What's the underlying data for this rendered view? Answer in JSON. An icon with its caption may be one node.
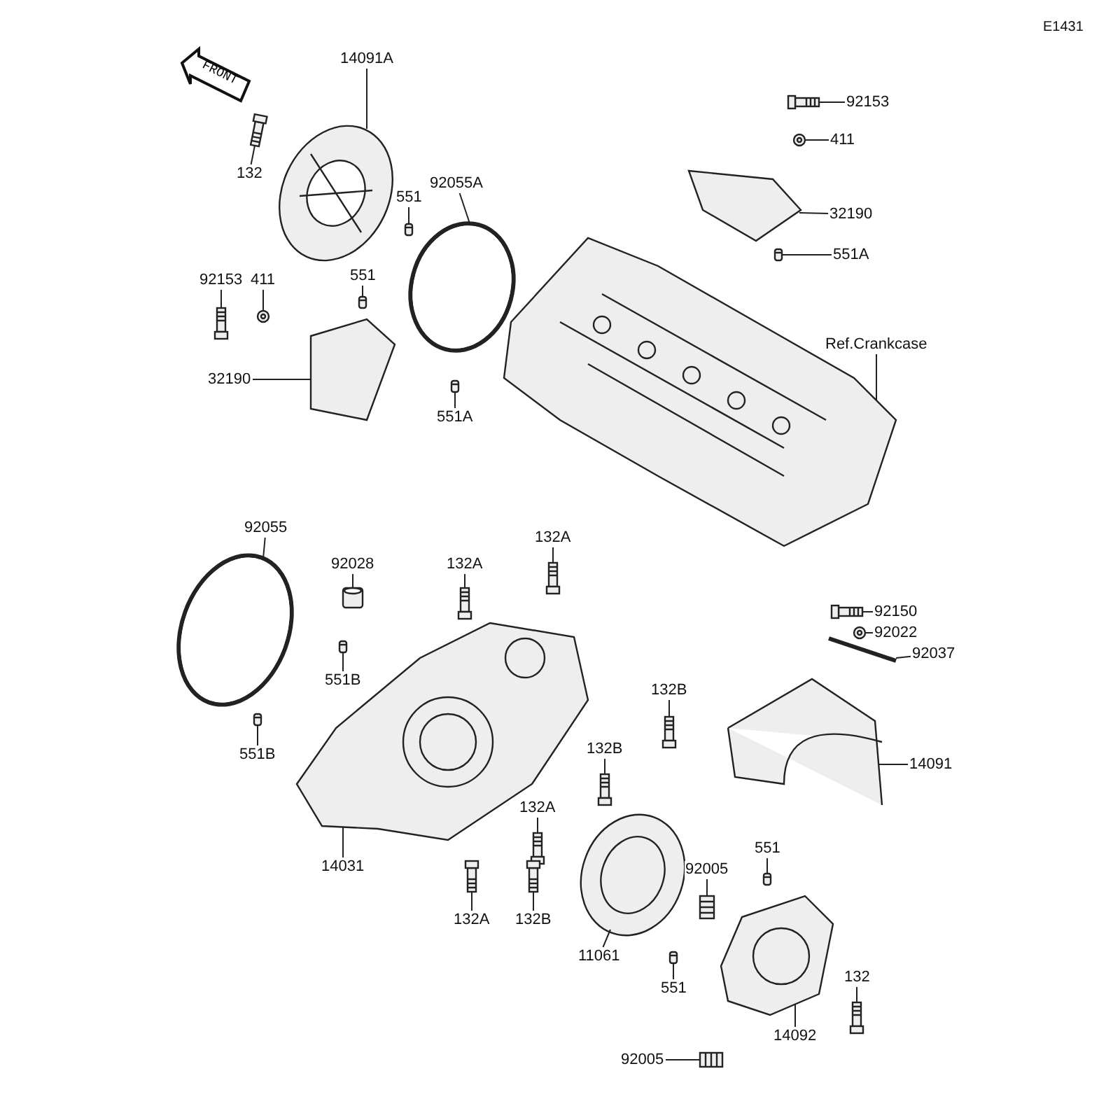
{
  "diagram": {
    "nodes": [
      {
        "text": [
          "14091A"
        ]
      },
      {
        "text": [
          "132"
        ]
      },
      {
        "text": [
          "551"
        ]
      },
      {
        "text": [
          "92055A"
        ]
      },
      {
        "text": [
          "551"
        ]
      },
      {
        "text": [
          "92153"
        ]
      },
      {
        "text": [
          "411"
        ]
      },
      {
        "text": [
          "32190"
        ]
      },
      {
        "text": [
          "551A"
        ]
      },
      {
        "text": [
          "92153"
        ]
      },
      {
        "text": [
          "411"
        ]
      },
      {
        "text": [
          "32190"
        ]
      },
      {
        "text": [
          "551A"
        ]
      },
      {
        "text": [
          "Ref.Crankcase"
        ]
      },
      {
        "text": [
          "92055"
        ]
      },
      {
        "text": [
          "92028"
        ]
      },
      {
        "text": [
          "132A"
        ]
      },
      {
        "text": [
          "132A"
        ]
      },
      {
        "text": [
          "551B"
        ]
      },
      {
        "text": [
          "551B"
        ]
      },
      {
        "text": [
          "132B"
        ]
      },
      {
        "text": [
          "132B"
        ]
      },
      {
        "text": [
          "132A"
        ]
      },
      {
        "text": [
          "14031"
        ]
      },
      {
        "text": [
          "132A"
        ]
      },
      {
        "text": [
          "132B"
        ]
      },
      {
        "text": [
          "92150"
        ]
      },
      {
        "text": [
          "92022"
        ]
      },
      {
        "text": [
          "92037"
        ]
      },
      {
        "text": [
          "14091"
        ]
      },
      {
        "text": [
          "11061"
        ]
      },
      {
        "text": [
          "551"
        ]
      },
      {
        "text": [
          "92005"
        ]
      },
      {
        "text": [
          "551"
        ]
      },
      {
        "text": [
          "132"
        ]
      },
      {
        "text": [
          "14092"
        ]
      },
      {
        "text": [
          "92005"
        ]
      },
      {
        "text": [],
        "shape": "picture"
      },
      {
        "text": [],
        "shape": "picture"
      },
      {
        "text": [],
        "shape": "picture"
      },
      {
        "text": [],
        "shape": "circle"
      },
      {
        "text": [],
        "shape": "picture"
      },
      {
        "text": [],
        "shape": "picture"
      },
      {
        "text": [],
        "shape": "picture"
      },
      {
        "text": [],
        "shape": "picture"
      },
      {
        "text": [],
        "shape": "picture"
      },
      {
        "text": [],
        "shape": "picture"
      },
      {
        "text": [],
        "shape": "picture"
      },
      {
        "text": [],
        "shape": "picture"
      },
      {
        "text": [],
        "shape": "picture"
      },
      {
        "text": [],
        "shape": "picture"
      },
      {
        "text": [],
        "shape": "circle"
      },
      {
        "text": [],
        "shape": "picture"
      },
      {
        "text": [],
        "shape": "picture"
      },
      {
        "text": [],
        "shape": "picture"
      },
      {
        "text": [],
        "shape": "picture"
      },
      {
        "text": [],
        "shape": "picture"
      },
      {
        "text": [],
        "shape": "picture"
      },
      {
        "text": [],
        "shape": "picture"
      },
      {
        "text": [],
        "shape": "picture"
      },
      {
        "text": [],
        "shape": "picture"
      },
      {
        "text": [],
        "shape": "picture"
      },
      {
        "text": [],
        "shape": "picture"
      },
      {
        "text": [],
        "shape": "picture"
      },
      {
        "text": [],
        "shape": "picture"
      },
      {
        "text": [],
        "shape": "picture"
      },
      {
        "text": [],
        "shape": "picture"
      },
      {
        "text": [],
        "shape": "picture"
      },
      {
        "text": [],
        "shape": "picture"
      },
      {
        "text": [],
        "shape": "picture"
      },
      {
        "text": [],
        "shape": "picture"
      },
      {
        "text": [],
        "shape": "picture"
      },
      {
        "text": [],
        "shape": "picture"
      },
      {
        "text": [],
        "shape": "picture"
      }
    ],
    "edges": [
      {
        "from": 0,
        "to": 37,
        "arrow": "none"
      },
      {
        "from": 1,
        "to": 38,
        "arrow": "none"
      },
      {
        "from": 2,
        "to": 39,
        "arrow": "none"
      },
      {
        "from": 3,
        "to": 40,
        "arrow": "none"
      },
      {
        "from": 4,
        "to": 41,
        "arrow": "none"
      },
      {
        "from": 5,
        "to": 42,
        "arrow": "none"
      },
      {
        "from": 6,
        "to": 43,
        "arrow": "none"
      },
      {
        "from": 7,
        "to": 44,
        "arrow": "none"
      },
      {
        "from": 8,
        "to": 45,
        "arrow": "none"
      },
      {
        "from": 9,
        "to": 46,
        "arrow": "none"
      },
      {
        "from": 10,
        "to": 47,
        "arrow": "none"
      },
      {
        "from": 11,
        "to": 48,
        "arrow": "none"
      },
      {
        "from": 12,
        "to": 49,
        "arrow": "none"
      },
      {
        "from": 13,
        "to": 50,
        "arrow": "none"
      },
      {
        "from": 14,
        "to": 51,
        "arrow": "none"
      },
      {
        "from": 15,
        "to": 52,
        "arrow": "none"
      },
      {
        "from": 16,
        "to": 53,
        "arrow": "none"
      },
      {
        "from": 17,
        "to": 54,
        "arrow": "none"
      },
      {
        "from": 18,
        "to": 55,
        "arrow": "none"
      },
      {
        "from": 19,
        "to": 56,
        "arrow": "none"
      },
      {
        "from": 20,
        "to": 57,
        "arrow": "none"
      },
      {
        "from": 21,
        "to": 58,
        "arrow": "none"
      },
      {
        "from": 22,
        "to": 59,
        "arrow": "none"
      },
      {
        "from": 23,
        "to": 60,
        "arrow": "none"
      },
      {
        "from": 24,
        "to": 61,
        "arrow": "none"
      },
      {
        "from": 25,
        "to": 62,
        "arrow": "none"
      },
      {
        "from": 26,
        "to": 63,
        "arrow": "none"
      },
      {
        "from": 27,
        "to": 64,
        "arrow": "none"
      },
      {
        "from": 28,
        "to": 65,
        "arrow": "none"
      },
      {
        "from": 29,
        "to": 66,
        "arrow": "none"
      },
      {
        "from": 30,
        "to": 67,
        "arrow": "none"
      },
      {
        "from": 31,
        "to": 68,
        "arrow": "none"
      },
      {
        "from": 32,
        "to": 69,
        "arrow": "none"
      },
      {
        "from": 33,
        "to": 70,
        "arrow": "none"
      },
      {
        "from": 34,
        "to": 71,
        "arrow": "none"
      },
      {
        "from": 35,
        "to": 72,
        "arrow": "none"
      },
      {
        "from": 36,
        "to": 73,
        "arrow": "none"
      }
    ],
    "labels": [
      "E1431",
      "FRONT"
    ]
  }
}
